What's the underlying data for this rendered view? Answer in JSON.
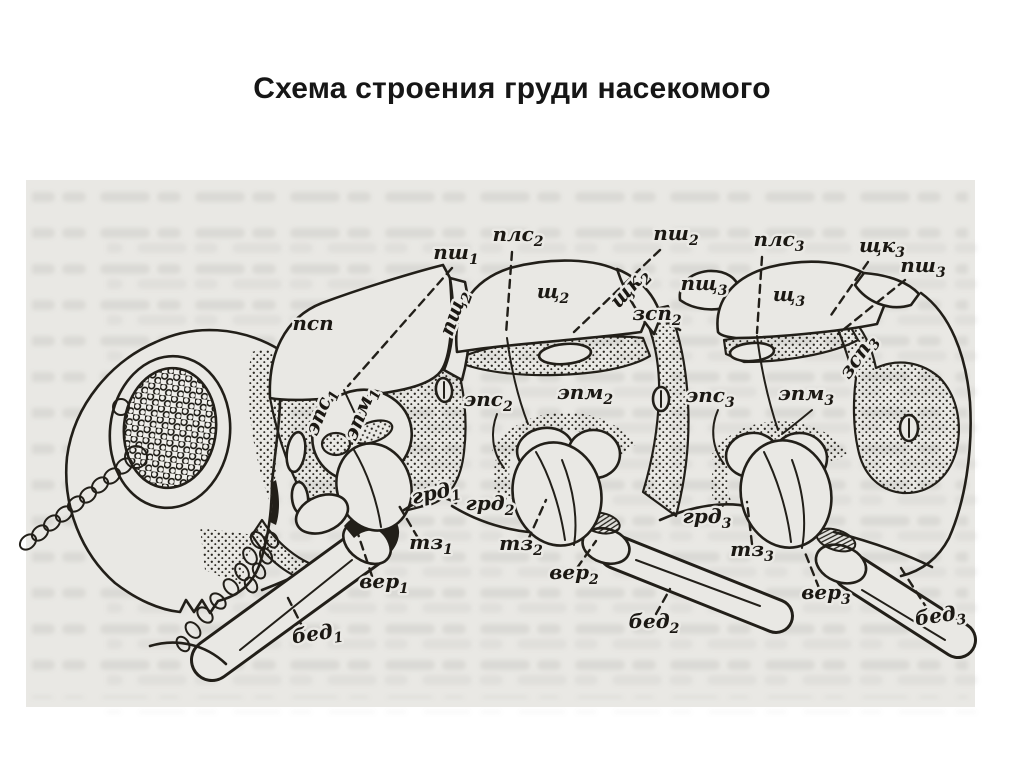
{
  "title": "Схема строения груди насекомого",
  "colors": {
    "page_bg": "#ffffff",
    "scan_bg": "#e9e8e4",
    "ink": "#221f19"
  },
  "diagram": {
    "labels": [
      {
        "name": "psh1",
        "base": "пш",
        "sub": "1"
      },
      {
        "name": "pls2",
        "base": "плс",
        "sub": "2"
      },
      {
        "name": "psh2",
        "base": "пш",
        "sub": "2"
      },
      {
        "name": "pls3",
        "base": "плс",
        "sub": "3"
      },
      {
        "name": "schk3",
        "base": "щк",
        "sub": "3"
      },
      {
        "name": "psh3",
        "base": "пш",
        "sub": "3"
      },
      {
        "name": "psp",
        "base": "псп",
        "sub": ""
      },
      {
        "name": "pshch2",
        "base": "пщ",
        "sub": "2"
      },
      {
        "name": "shch2",
        "base": "щ",
        "sub": "2"
      },
      {
        "name": "schk2",
        "base": "щк",
        "sub": "2"
      },
      {
        "name": "zsp2",
        "base": "зсп",
        "sub": "2"
      },
      {
        "name": "pshch3",
        "base": "пщ",
        "sub": "3"
      },
      {
        "name": "shch3",
        "base": "щ",
        "sub": "3"
      },
      {
        "name": "zsp3",
        "base": "зсп",
        "sub": "3"
      },
      {
        "name": "eps1",
        "base": "эпс",
        "sub": "1"
      },
      {
        "name": "epm1",
        "base": "эпм",
        "sub": "1"
      },
      {
        "name": "eps2",
        "base": "эпс",
        "sub": "2"
      },
      {
        "name": "epm2",
        "base": "эпм",
        "sub": "2"
      },
      {
        "name": "eps3",
        "base": "эпс",
        "sub": "3"
      },
      {
        "name": "epm3",
        "base": "эпм",
        "sub": "3"
      },
      {
        "name": "grd1",
        "base": "грд",
        "sub": "1"
      },
      {
        "name": "grd2",
        "base": "грд",
        "sub": "2"
      },
      {
        "name": "grd3",
        "base": "грд",
        "sub": "3"
      },
      {
        "name": "tz1",
        "base": "тз",
        "sub": "1"
      },
      {
        "name": "tz2",
        "base": "тз",
        "sub": "2"
      },
      {
        "name": "tz3",
        "base": "тз",
        "sub": "3"
      },
      {
        "name": "ver1",
        "base": "вер",
        "sub": "1"
      },
      {
        "name": "ver2",
        "base": "вер",
        "sub": "2"
      },
      {
        "name": "ver3",
        "base": "вер",
        "sub": "3"
      },
      {
        "name": "bed1",
        "base": "бед",
        "sub": "1"
      },
      {
        "name": "bed2",
        "base": "бед",
        "sub": "2"
      },
      {
        "name": "bed3",
        "base": "бед",
        "sub": "3"
      }
    ]
  }
}
